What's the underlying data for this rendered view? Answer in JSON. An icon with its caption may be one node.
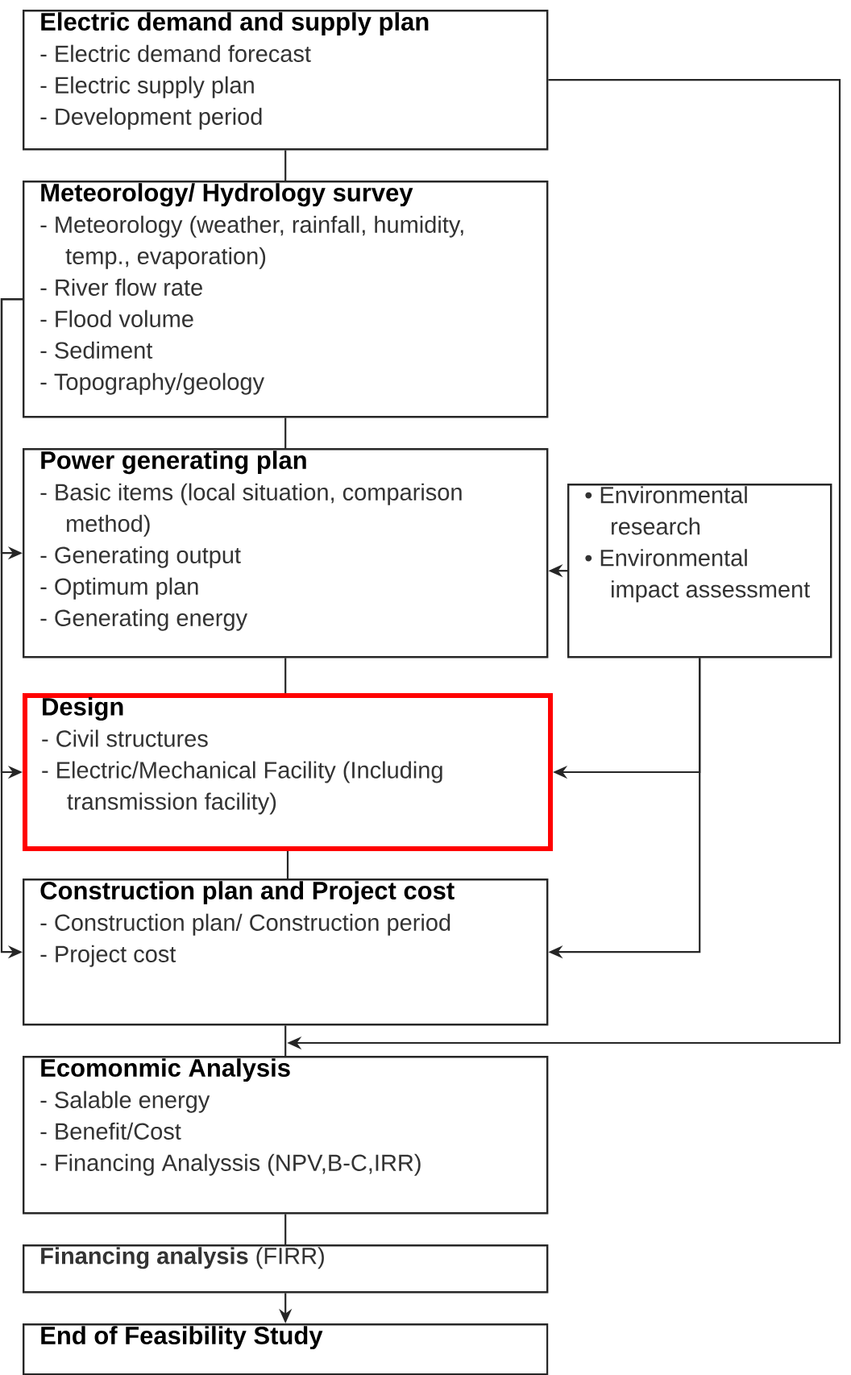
{
  "diagram": {
    "nodes": [
      {
        "text": [
          "Electric demand and supply plan",
          "- Electric demand forecast",
          "- Electric supply plan",
          "- Development period"
        ]
      },
      {
        "text": [
          "Meteorology/ Hydrology survey",
          "- Meteorology (weather, rainfall, humidity, temp., evaporation)",
          "- River flow rate",
          "- Flood volume",
          "- Sediment",
          "- Topography/geology"
        ]
      },
      {
        "text": [
          "Power generating plan",
          "- Basic items (local situation, comparison method)",
          "- Generating output",
          "- Optimum plan",
          "- Generating energy"
        ]
      },
      {
        "text": [
          "• Environmental research",
          "• Environmental impact assessment"
        ]
      },
      {
        "text": [
          "Design",
          "- Civil structures",
          "- Electric/Mechanical Facility (Including transmission facility)"
        ]
      },
      {
        "text": [
          "Construction plan and Project cost",
          "- Construction plan/ Construction period",
          "- Project cost"
        ]
      },
      {
        "text": [
          "Ecomonmic Analysis",
          "- Salable energy",
          "- Benefit/Cost",
          "- Financing Analyssis (NPV,B-C,IRR)"
        ]
      },
      {
        "text": [
          "**Financing analysis** (FIRR)"
        ]
      },
      {
        "text": [
          "End of Feasibility Study"
        ]
      }
    ],
    "edges": [
      {
        "from": 0,
        "to": 1,
        "arrow": "none"
      },
      {
        "from": 1,
        "to": 2,
        "arrow": "none"
      },
      {
        "from": 2,
        "to": 4,
        "arrow": "none"
      },
      {
        "from": 4,
        "to": 5,
        "arrow": "none"
      },
      {
        "from": 5,
        "to": 6,
        "arrow": "none"
      },
      {
        "from": 6,
        "to": 7,
        "arrow": "none"
      },
      {
        "from": 7,
        "to": 8,
        "arrow": "to"
      },
      {
        "from": 1,
        "to": 2,
        "arrow": "to"
      },
      {
        "from": 1,
        "to": 4,
        "arrow": "to"
      },
      {
        "from": 1,
        "to": 5,
        "arrow": "to"
      },
      {
        "from": 3,
        "to": 2,
        "arrow": "to"
      },
      {
        "from": 3,
        "to": 4,
        "arrow": "to"
      },
      {
        "from": 3,
        "to": 5,
        "arrow": "to"
      },
      {
        "from": 0,
        "to": 6,
        "arrow": "to"
      }
    ]
  }
}
